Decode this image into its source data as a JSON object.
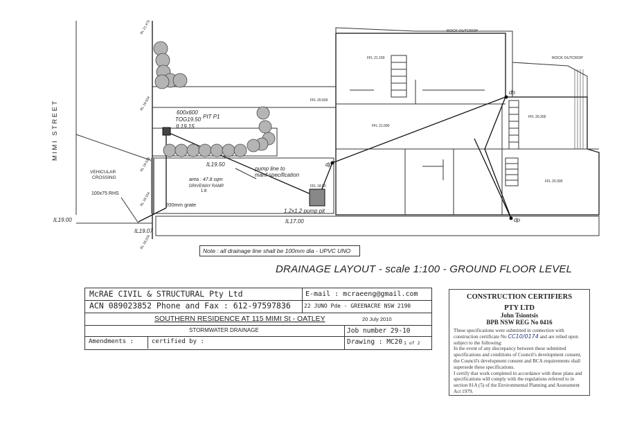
{
  "plan": {
    "street_name": "MIMI STREET",
    "vehicular_crossing": [
      "VEHICULAR",
      "CROSSING"
    ],
    "rhs": "100x75 RHS",
    "pit_size": "600x600",
    "pit_label": "PIT P1",
    "tog": "TOG19.50",
    "il_pit": "IL19.15",
    "il_ramp": "IL19.50",
    "pump_line": [
      "pump line to",
      "manf specification"
    ],
    "area": "area : 47.8 sqm",
    "driveway_ramp": "DRIVEWAY RAMP",
    "ramp_grade": "1:8",
    "grate": "200mm grate",
    "pump_pit": "1.2x1.2 pump pit",
    "il_1700": "IL17.00",
    "il_1900": "IL19.00",
    "il_1907": "IL19.07",
    "rock_outcrop_1": "ROCK OUTCROP",
    "rock_outcrop_2": "ROCK OUTCROP",
    "ffl_2155": "FFL 21.150",
    "ffl_2060": "FFL 20.600",
    "ffl_2100": "FFL 21.000",
    "ffl_2030": "FFL 20.300",
    "ffl_2030b": "FFL 20.300",
    "ffl_1850": "FFL 18.50",
    "dp": "dp",
    "rl_labels": [
      "RL 21.470",
      "RL 19.534",
      "RL 19.528",
      "RL 19.154",
      "RL 18.224"
    ]
  },
  "note": "Note : all drainage line shall be 100mm dia - UPVC UNO",
  "layout_title": "DRAINAGE LAYOUT - scale 1:100 -  GROUND FLOOR LEVEL",
  "title_block": {
    "company": "McRAE  CIVIL  &  STRUCTURAL  Pty  Ltd",
    "email": "E-mail : mcraeeng@gmail.com",
    "acn_phone": "ACN  089023852  Phone and Fax :  612-97597836",
    "address": "22 JUNO Pde  -  GREENACRE  NSW  2190",
    "project": "SOUTHERN RESIDENCE AT 115 MIMI  St - OATLEY",
    "date": "20 July 2010",
    "drawing_title": "STORMWATER  DRAINAGE",
    "job_number": "Job  number  29-10",
    "amendments": "Amendments :",
    "certified_by": "certified  by :",
    "drawing_no": "Drawing :  MC20",
    "sheet": "1 of 2"
  },
  "certifier": {
    "title": "CONSTRUCTION CERTIFIERS",
    "pty": "PTY LTD",
    "name": "John Tsiontsis",
    "bpb": "BPB NSW REG No 0416",
    "p1_a": "These specifications were submitted in connection with construction certificate No",
    "cc_number": "CC10/0174",
    "p1_b": "and are relied upon subject to the following:",
    "p2": "In the event of any discrepancy between these submitted specifications and conditions of Council's development consent, the Council's development consent and BCA requirements shall supersede these specifications.",
    "p3": "I certify that work completed in accordance with these plans and specifications will comply with the regulations referred to in section 81A (5) of the Environmental Planning and Assessment Act 1979."
  }
}
